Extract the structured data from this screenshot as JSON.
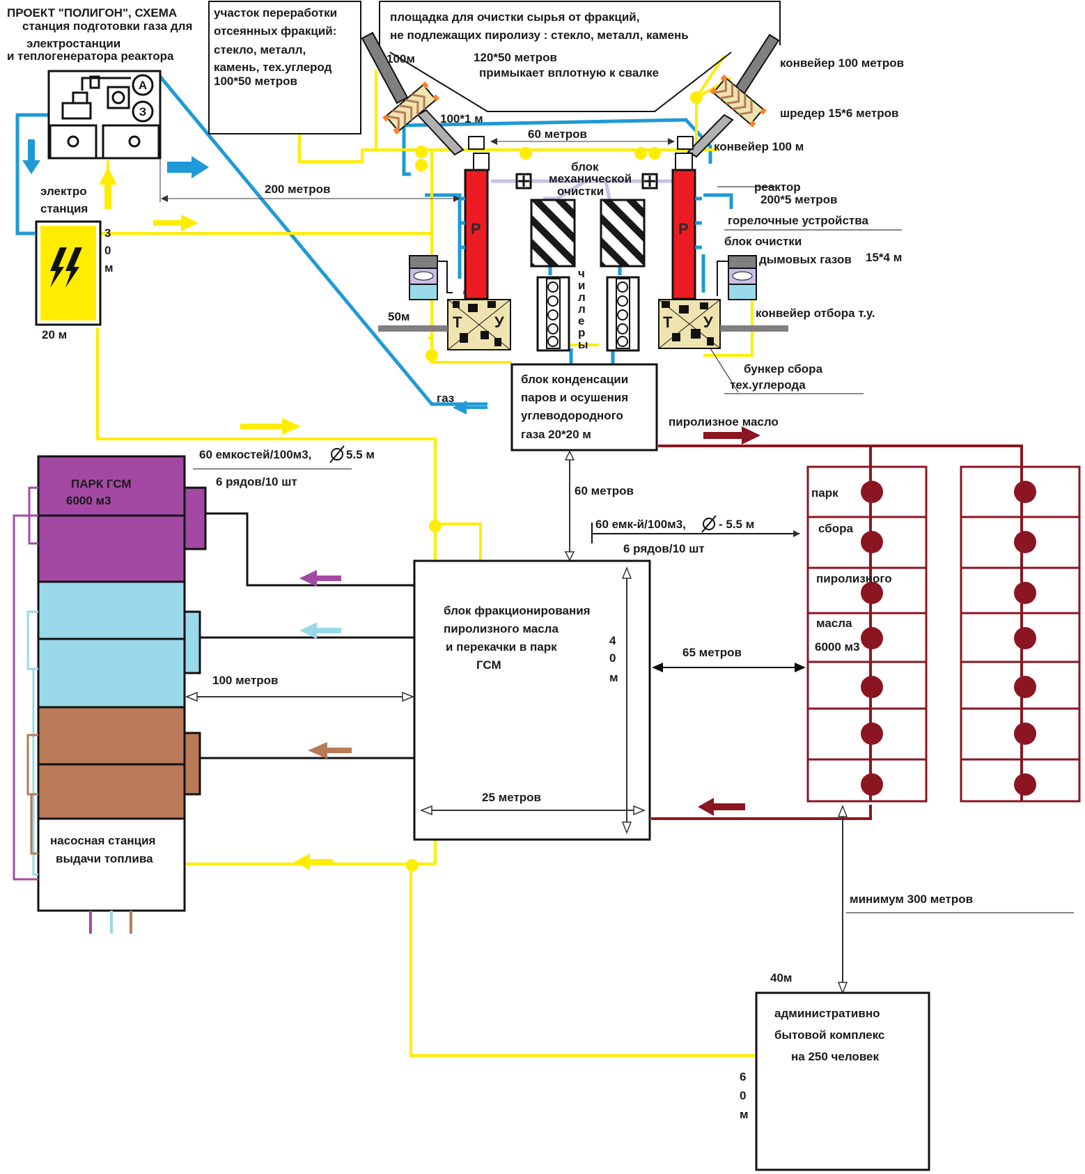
{
  "title_lines": [
    "ПРОЕКТ \"ПОЛИГОН\", СХЕМА",
    "станция подготовки газа для",
    "электростанции",
    "и теплогенератора реактора"
  ],
  "generator_labels": {
    "a": "А",
    "z": "З"
  },
  "power_station": {
    "label_1": "электро",
    "label_2": "станция",
    "height_chars": [
      "3",
      "0",
      "м"
    ],
    "width": "20 м"
  },
  "sorting_area": {
    "lines": [
      "участок переработки",
      "отсеянных фракций:",
      "стекло, металл,",
      "камень, тех.углерод",
      "100*50 метров"
    ]
  },
  "cleaning_site": {
    "lines": [
      "площадка для очистки сырья от фракций,",
      "не подлежащих пиролизу : стекло, металл, камень"
    ],
    "size": "120*50 метров",
    "note": "примыкает вплотную к свалке"
  },
  "left_conveyor": {
    "length": "100м",
    "bridge": "100*1 м"
  },
  "right_conveyor": {
    "top": "конвейер   100 метров",
    "shredder": "шредер   15*6 метров",
    "bottom": "конвейер    100 м"
  },
  "distances": {
    "between_reactors": "60 метров",
    "to_station": "200 метров",
    "conveyor_50": "50м"
  },
  "mech_cleaning": [
    "блок",
    "механической",
    "очистки"
  ],
  "chillers": [
    "ч",
    "и",
    "л",
    "л",
    "е",
    "р",
    "ы"
  ],
  "reactor": {
    "label": "реактор",
    "size": "200*5 метров",
    "letter": "Р"
  },
  "burners": "горелочные устройства",
  "flue_gas": {
    "line_1": "блок очистки",
    "line_2": "дымовых газов",
    "size": "15*4 м"
  },
  "tu_conveyor": "конвейер отбора т.у.",
  "bunker": {
    "line_1": "бункер сбора",
    "line_2": "тех.углерода"
  },
  "tu_unit": {
    "t": "Т",
    "u": "У"
  },
  "condensation": {
    "lines": [
      "блок конденсации",
      "паров и осушения",
      "углеводородного",
      "газа   20*20 м"
    ],
    "gas": "газ",
    "oil": "пиролизное масло"
  },
  "gsm_park": {
    "title": "ПАРК  ГСМ",
    "volume": "6000 м3",
    "spec": "60 емкостей/100м3,",
    "diam": "5.5 м",
    "rows": "6 рядов/10 шт"
  },
  "pump_station": [
    "насосная станция",
    "выдачи топлива"
  ],
  "fractionation": {
    "lines": [
      "блок фракционирования",
      "пиролизного масла",
      "и перекачки в парк",
      "ГСМ"
    ],
    "height": [
      "4",
      "0",
      "м"
    ],
    "width": "25 метров",
    "to_gsm": "100 метров",
    "to_cond": "60 метров",
    "to_oil": "65 метров"
  },
  "oil_park": {
    "spec": "60 емк-й/100м3,",
    "diam": "- 5.5 м",
    "rows": "6 рядов/10 шт",
    "labels": [
      "парк",
      "сбора",
      "пиролизного",
      "масла",
      "6000 м3"
    ]
  },
  "admin": {
    "lines": [
      "административно",
      "бытовой комплекс",
      "на 250 человек"
    ],
    "min": "минимум 300 метров",
    "width": "40м",
    "height": [
      "6",
      "0",
      "м"
    ]
  },
  "colors": {
    "yellow": "#ffed00",
    "blue": "#1e9ad6",
    "red": "#ed1c24",
    "maroon": "#8b1521",
    "purple": "#a349a4",
    "lightblue": "#99d9ea",
    "brown": "#b97a57",
    "lavender": "#c8bfe7",
    "tan": "#efe4b0"
  },
  "icons": [
    "generator-icon",
    "lightning-icon",
    "shredder-icon",
    "filter-icon",
    "chiller-icon",
    "tank-icon",
    "arrow-icon"
  ]
}
